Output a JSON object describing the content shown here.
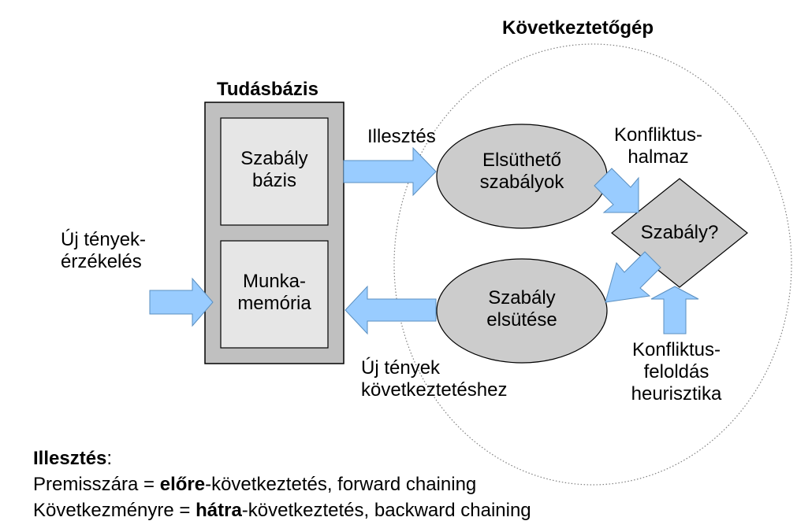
{
  "inference_engine_title": "Következtetőgép",
  "knowledge_base": {
    "title": "Tudásbázis",
    "rule_base_line1": "Szabály",
    "rule_base_line2": "bázis",
    "working_memory_line1": "Munka-",
    "working_memory_line2": "memória"
  },
  "input_label": {
    "line1": "Új tények-",
    "line2": "érzékelés"
  },
  "matching_label": "Illesztés",
  "firable_rules": {
    "line1": "Elsüthető",
    "line2": "szabályok"
  },
  "conflict_set": {
    "line1": "Konfliktus-",
    "line2": "halmaz"
  },
  "decision_label": "Szabály?",
  "fire_rule": {
    "line1": "Szabály",
    "line2": "elsütése"
  },
  "new_facts": {
    "line1": "Új tények",
    "line2": "következtetéshez"
  },
  "conflict_resolution": {
    "line1": "Konfliktus-",
    "line2": "feloldás",
    "line3": "heurisztika"
  },
  "legend": {
    "heading": "Illesztés",
    "heading_colon": ":",
    "line1_prefix": "Premisszára = ",
    "line1_bold": "előre",
    "line1_suffix": "-következtetés, forward chaining",
    "line2_prefix": "Következményre = ",
    "line2_bold": "hátra",
    "line2_suffix": "-következtetés, backward chaining"
  },
  "colors": {
    "arrow_fill": "#99ccff",
    "arrow_stroke": "#5a8fc0",
    "node_fill": "#cccccc",
    "kb_outer_fill": "#c0c0c0",
    "kb_inner_fill": "#e6e6e6",
    "ellipse_stroke": "#808080"
  }
}
